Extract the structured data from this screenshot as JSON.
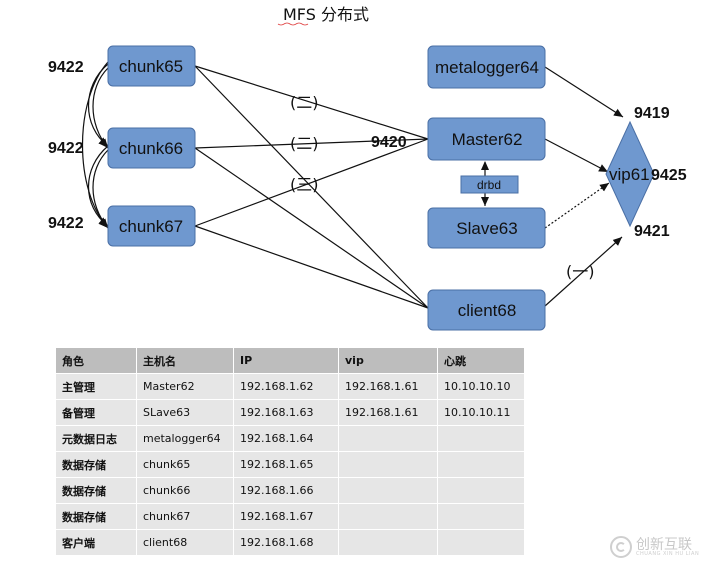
{
  "title": "MFS 分布式",
  "nodes": {
    "chunk65": "chunk65",
    "chunk66": "chunk66",
    "chunk67": "chunk67",
    "metalogger64": "metalogger64",
    "master62": "Master62",
    "slave63": "Slave63",
    "client68": "client68",
    "vip": "vip61"
  },
  "ports": {
    "chunk65_port": "9422",
    "chunk66_port": "9422",
    "chunk67_port": "9422",
    "master_port": "9420",
    "vip_top_port": "9419",
    "vip_right_port": "9425",
    "vip_bottom_port": "9421"
  },
  "edge_labels": {
    "e1": "(二)",
    "e2": "(二)",
    "e3": "(三)",
    "e4": "(一)",
    "drbd": "drbd"
  },
  "colors": {
    "node_fill": "#6f98cf",
    "node_stroke": "#4a6fa5",
    "edge": "#111111",
    "dotted_edge": "#222222"
  },
  "table": {
    "headers": [
      "角色",
      "主机名",
      "IP",
      "vip",
      "心跳"
    ],
    "rows": [
      [
        "主管理",
        "Master62",
        "192.168.1.62",
        "192.168.1.61",
        "10.10.10.10"
      ],
      [
        "备管理",
        "SLave63",
        "192.168.1.63",
        "192.168.1.61",
        "10.10.10.11"
      ],
      [
        "元数据日志",
        "metalogger64",
        "192.168.1.64",
        "",
        ""
      ],
      [
        "数据存储",
        "chunk65",
        "192.168.1.65",
        "",
        ""
      ],
      [
        "数据存储",
        "chunk66",
        "192.168.1.66",
        "",
        ""
      ],
      [
        "数据存储",
        "chunk67",
        "192.168.1.67",
        "",
        ""
      ],
      [
        "客户端",
        "client68",
        "192.168.1.68",
        "",
        ""
      ]
    ]
  },
  "watermark": {
    "main": "创新互联",
    "sub": "CHUANG XIN HU LIAN"
  }
}
